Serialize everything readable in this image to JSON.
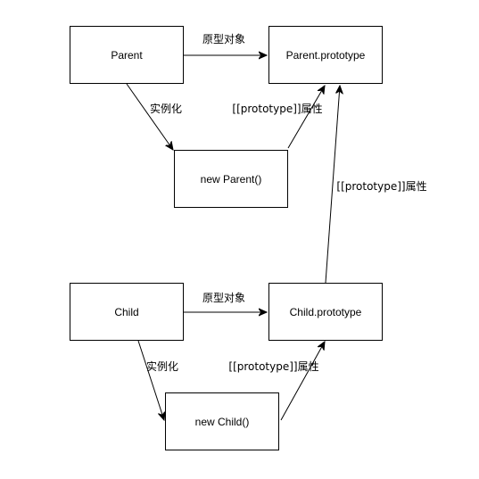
{
  "nodes": {
    "parent": "Parent",
    "parent_proto": "Parent.prototype",
    "new_parent": "new Parent()",
    "child": "Child",
    "child_proto": "Child.prototype",
    "new_child": "new Child()"
  },
  "edges": {
    "parent_to_proto": "原型对象",
    "parent_instantiate": "实例化",
    "new_parent_proto": "[[prototype]]属性",
    "child_proto_to_parent_proto": "[[prototype]]属性",
    "child_to_proto": "原型对象",
    "child_instantiate": "实例化",
    "new_child_proto": "[[prototype]]属性"
  }
}
